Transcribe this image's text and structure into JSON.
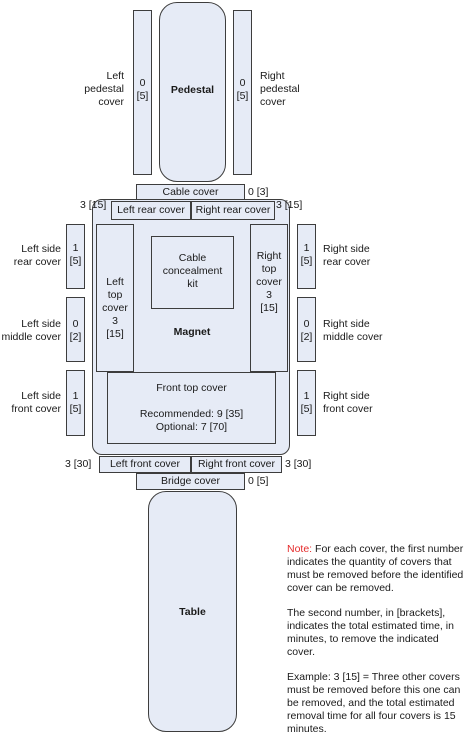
{
  "pedestal": {
    "label": "Pedestal",
    "left_label": [
      "Left",
      "pedestal",
      "cover"
    ],
    "left_value": [
      "0",
      "[5]"
    ],
    "right_label": [
      "Right",
      "pedestal",
      "cover"
    ],
    "right_value": [
      "0",
      "[5]"
    ]
  },
  "cable_cover": {
    "label": "Cable cover",
    "value": "0 [3]"
  },
  "rear_covers": {
    "left_label": "Left rear cover",
    "left_value": "3 [15]",
    "right_label": "Right rear cover",
    "right_value": "3 [15]"
  },
  "cable_concealment_kit": [
    "Cable",
    "concealment",
    "kit"
  ],
  "magnet": "Magnet",
  "left_top_cover": [
    "Left",
    "top",
    "cover",
    "3",
    "[15]"
  ],
  "right_top_cover": [
    "Right",
    "top",
    "cover",
    "3",
    "[15]"
  ],
  "front_top_cover": {
    "label": "Front top cover",
    "recommended": "Recommended: 9 [35]",
    "optional": "Optional: 7 [70]"
  },
  "side_covers": {
    "left_rear": {
      "label": [
        "Left side",
        "rear cover"
      ],
      "value": [
        "1",
        "[5]"
      ]
    },
    "left_middle": {
      "label": [
        "Left side",
        "middle cover"
      ],
      "value": [
        "0",
        "[2]"
      ]
    },
    "left_front": {
      "label": [
        "Left side",
        "front cover"
      ],
      "value": [
        "1",
        "[5]"
      ]
    },
    "right_rear": {
      "label": [
        "Right side",
        "rear cover"
      ],
      "value": [
        "1",
        "[5]"
      ]
    },
    "right_middle": {
      "label": [
        "Right side",
        "middle cover"
      ],
      "value": [
        "0",
        "[2]"
      ]
    },
    "right_front": {
      "label": [
        "Right side",
        "front cover"
      ],
      "value": [
        "1",
        "[5]"
      ]
    }
  },
  "front_covers": {
    "left_label": "Left front cover",
    "left_value": "3 [30]",
    "right_label": "Right front cover",
    "right_value": "3 [30]"
  },
  "bridge_cover": {
    "label": "Bridge cover",
    "value": "0 [5]"
  },
  "table": "Table",
  "note": {
    "prefix": "Note:",
    "p1": "For each cover, the first number indicates the quantity of covers that must be removed before the identified cover can be removed.",
    "p2": "The second number, in [brackets], indicates the total estimated time, in minutes, to remove the indicated cover.",
    "p3": "Example: 3 [15] = Three other covers must be removed before this one can be removed, and the total estimated removal time for all four covers is 15 minutes."
  }
}
